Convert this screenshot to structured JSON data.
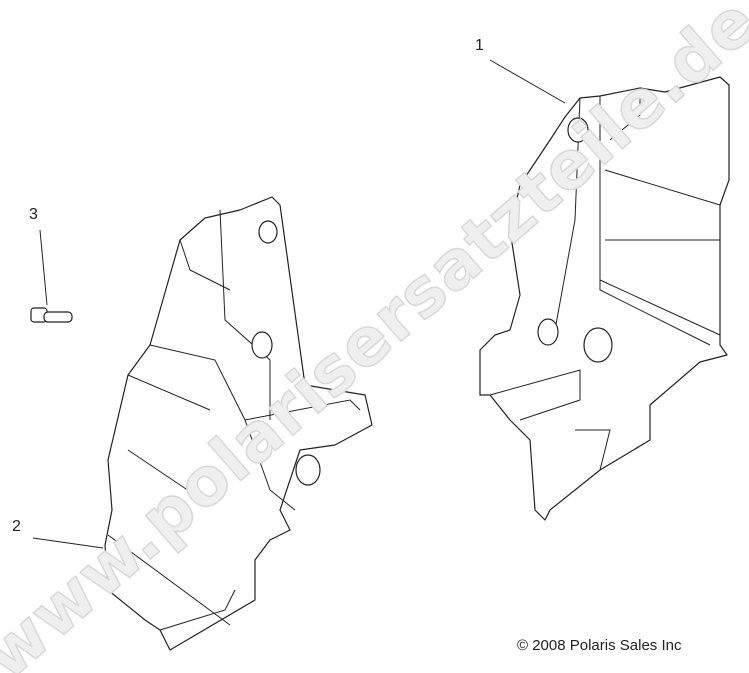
{
  "diagram": {
    "callouts": [
      {
        "label": "1",
        "part": "right-bracket"
      },
      {
        "label": "2",
        "part": "left-bracket"
      },
      {
        "label": "3",
        "part": "push-rivet"
      }
    ],
    "copyright": "© 2008 Polaris Sales Inc",
    "watermark": "www.polarisersatzteile.de"
  }
}
